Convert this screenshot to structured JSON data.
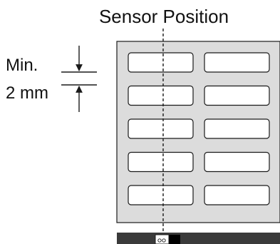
{
  "diagram": {
    "title": "Sensor Position",
    "gap_label_line1": "Min.",
    "gap_label_line2": "2 mm",
    "label_grid": {
      "rows": 5,
      "columns": 2
    },
    "colors": {
      "liner": "#dcdcdc",
      "label": "#ffffff",
      "stroke": "#1a1a1a",
      "sensor_bar": "#3a3a3a",
      "text": "#111111"
    }
  }
}
